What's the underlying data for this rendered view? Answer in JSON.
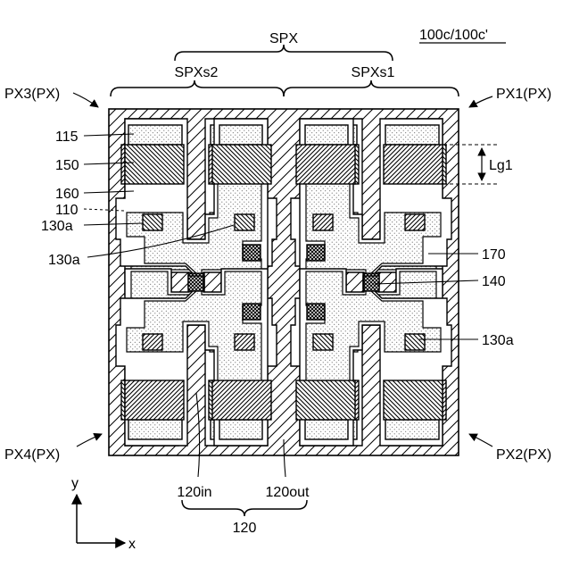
{
  "figure": {
    "ref_label": "100c/100c'",
    "group_labels": {
      "spx": "SPX",
      "spxs2": "SPXs2",
      "spxs1": "SPXs1",
      "group_120": "120"
    },
    "corner_labels": {
      "px3": "PX3(PX)",
      "px1": "PX1(PX)",
      "px4": "PX4(PX)",
      "px2": "PX2(PX)"
    },
    "left_labels": {
      "l115": "115",
      "l150": "150",
      "l160": "160",
      "l110": "110",
      "l130a_1": "130a",
      "l130a_2": "130a"
    },
    "right_labels": {
      "lg1": "Lg1",
      "l170": "170",
      "l140": "140",
      "l130a": "130a"
    },
    "bottom_labels": {
      "l120in": "120in",
      "l120out": "120out"
    },
    "axes": {
      "x": "x",
      "y": "y"
    }
  }
}
